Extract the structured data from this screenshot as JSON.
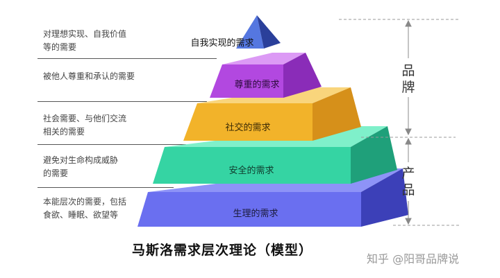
{
  "levels": [
    {
      "label": "自我实现的需求",
      "desc_lines": [
        "对理想实现、自我价值",
        "等的需要"
      ],
      "color_front": "#3a58c9",
      "color_side": "#2a3f9a"
    },
    {
      "label": "尊重的需求",
      "desc_lines": [
        "被他人尊重和承认的需要"
      ],
      "color_front": "#b248e0",
      "color_side": "#8a2cb8"
    },
    {
      "label": "社交的需求",
      "desc_lines": [
        "社会需要、与他们交流",
        "相关的需要"
      ],
      "color_front": "#f2b32a",
      "color_side": "#d6901a"
    },
    {
      "label": "安全的需求",
      "desc_lines": [
        "避免对生命构成威胁",
        "的需要"
      ],
      "color_front": "#35d4a3",
      "color_side": "#1fa07a"
    },
    {
      "label": "生理的需求",
      "desc_lines": [
        "本能层次的需要，包括",
        "食欲、睡眠、欲望等"
      ],
      "color_front": "#6a6ff0",
      "color_side": "#3c40b8"
    }
  ],
  "brackets": [
    {
      "label_chars": [
        "品",
        "牌"
      ]
    },
    {
      "label_chars": [
        "产",
        "品"
      ]
    }
  ],
  "title": "马斯洛需求层次理论（模型）",
  "watermark": "知乎 @阳哥品牌说"
}
